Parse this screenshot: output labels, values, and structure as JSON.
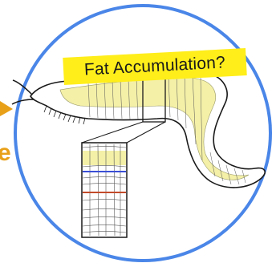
{
  "annotation": {
    "caption": "Fat Accumulation?",
    "partial_text": "e"
  },
  "colors": {
    "circle_border": "#4a86e8",
    "caption_background": "#ffee1a",
    "arrow": "#e8a019",
    "fat_tissue": "#f4f0a8",
    "band_blue": "#3b4fd6",
    "band_red": "#c24b2a",
    "outline": "#1a1a1a"
  },
  "figure": {
    "subject": "slug body with cutaway",
    "inset": "enlarged tissue section"
  }
}
